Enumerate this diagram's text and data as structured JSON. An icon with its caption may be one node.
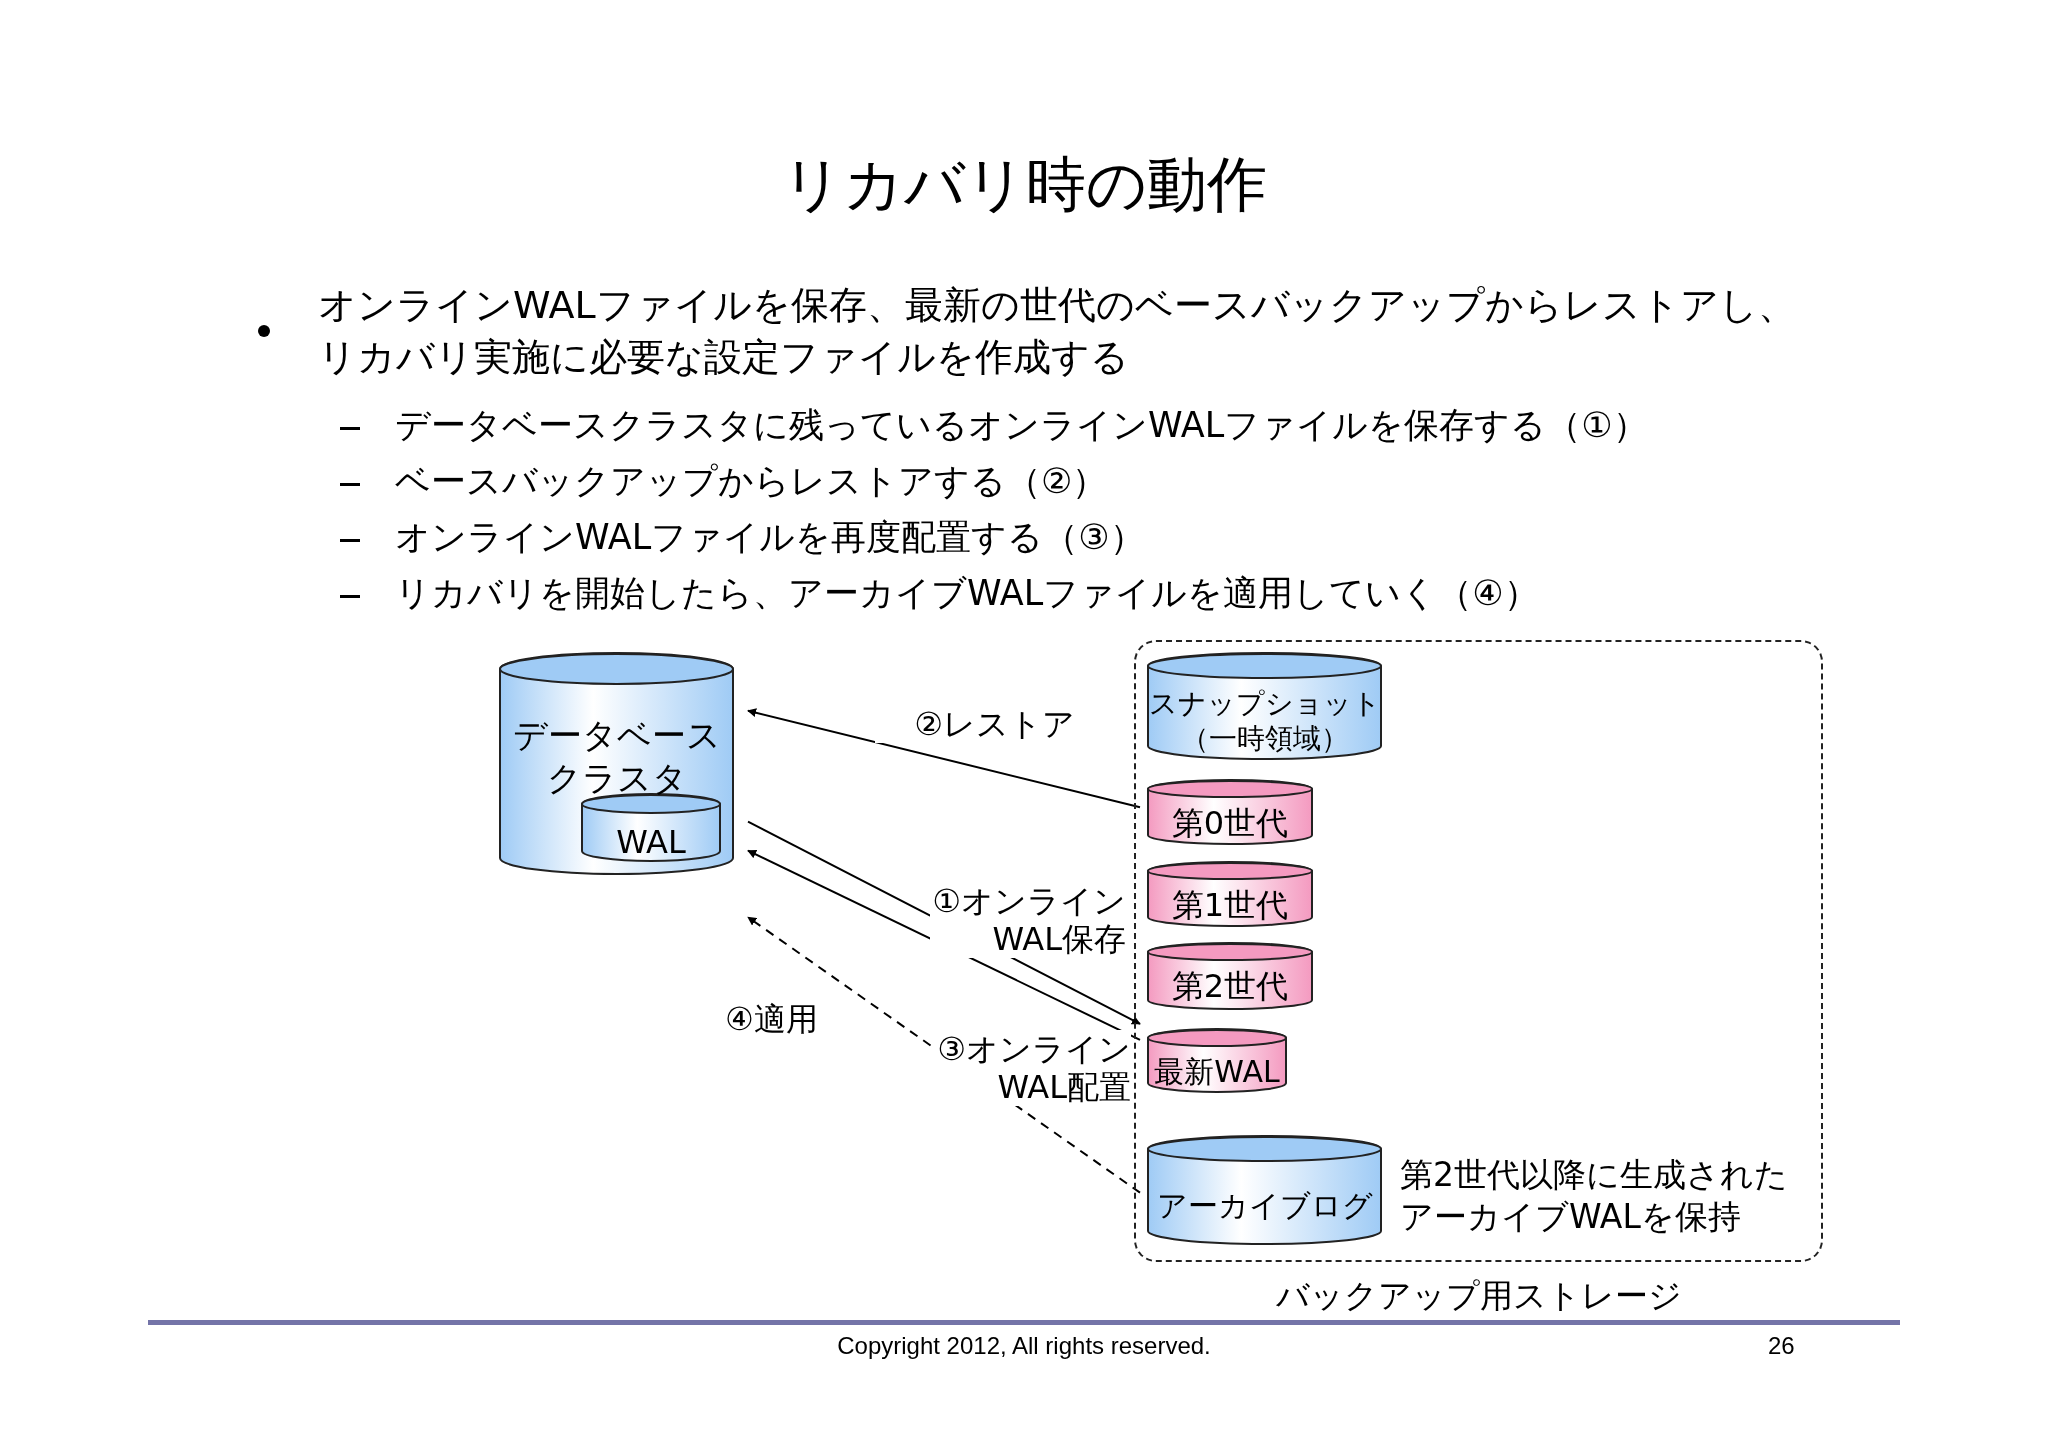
{
  "diagram": {
    "title": "リカバリ時の動作",
    "nodes": [
      {
        "text": [
          "データベースクラスタ"
        ]
      },
      {
        "text": [
          "WAL"
        ],
        "in": 0
      },
      {
        "text": [
          "バックアップ用ストレージ"
        ]
      },
      {
        "text": [
          "スナップショット（一時領域）"
        ],
        "in": 2
      },
      {
        "text": [
          "第0世代"
        ],
        "in": 2
      },
      {
        "text": [
          "第1世代"
        ],
        "in": 2
      },
      {
        "text": [
          "第2世代"
        ],
        "in": 2
      },
      {
        "text": [
          "最新WAL"
        ],
        "in": 2
      },
      {
        "text": [
          "アーカイブログ"
        ],
        "in": 2,
        "beside": [
          "第2世代以降に生成されたアーカイブWALを保持"
        ]
      }
    ],
    "edges": [
      {
        "from": 4,
        "to": 0,
        "arrow": "to",
        "label": "②レストア"
      },
      {
        "from": 0,
        "to": 7,
        "arrow": "to",
        "label": "①オンラインWAL保存"
      },
      {
        "from": 7,
        "to": 0,
        "arrow": "to",
        "label": "③オンラインWAL配置"
      },
      {
        "from": 8,
        "to": 0,
        "arrow": "to",
        "label": "④適用",
        "style": "dashed"
      }
    ],
    "labels": [
      "オンラインWALファイルを保存、最新の世代のベースバックアップからレストアし、リカバリ実施に必要な設定ファイルを作成する",
      "データベースクラスタに残っているオンラインWALファイルを保存する（①）",
      "ベースバックアップからレストアする（②）",
      "オンラインWALファイルを再度配置する（③）",
      "リカバリを開始したら、アーカイブWALファイルを適用していく（④）",
      "Copyright 2012, All rights reserved.",
      "26"
    ]
  }
}
